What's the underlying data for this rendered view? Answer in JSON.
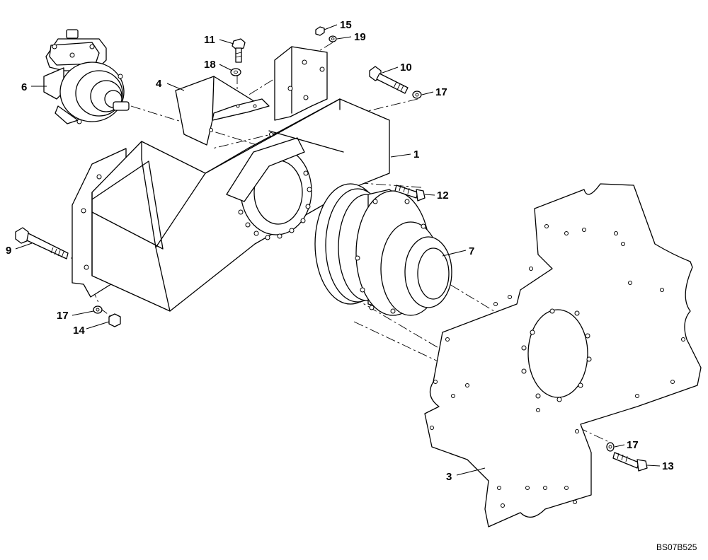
{
  "callouts": [
    {
      "id": "c1",
      "label": "1"
    },
    {
      "id": "c3",
      "label": "3"
    },
    {
      "id": "c4",
      "label": "4"
    },
    {
      "id": "c6",
      "label": "6"
    },
    {
      "id": "c7",
      "label": "7"
    },
    {
      "id": "c9",
      "label": "9"
    },
    {
      "id": "c10",
      "label": "10"
    },
    {
      "id": "c11",
      "label": "11"
    },
    {
      "id": "c12",
      "label": "12"
    },
    {
      "id": "c13",
      "label": "13"
    },
    {
      "id": "c14",
      "label": "14"
    },
    {
      "id": "c15",
      "label": "15"
    },
    {
      "id": "c17a",
      "label": "17"
    },
    {
      "id": "c17b",
      "label": "17"
    },
    {
      "id": "c17c",
      "label": "17"
    },
    {
      "id": "c18",
      "label": "18"
    },
    {
      "id": "c19",
      "label": "19"
    }
  ],
  "drawing_ref": "BS07B525"
}
